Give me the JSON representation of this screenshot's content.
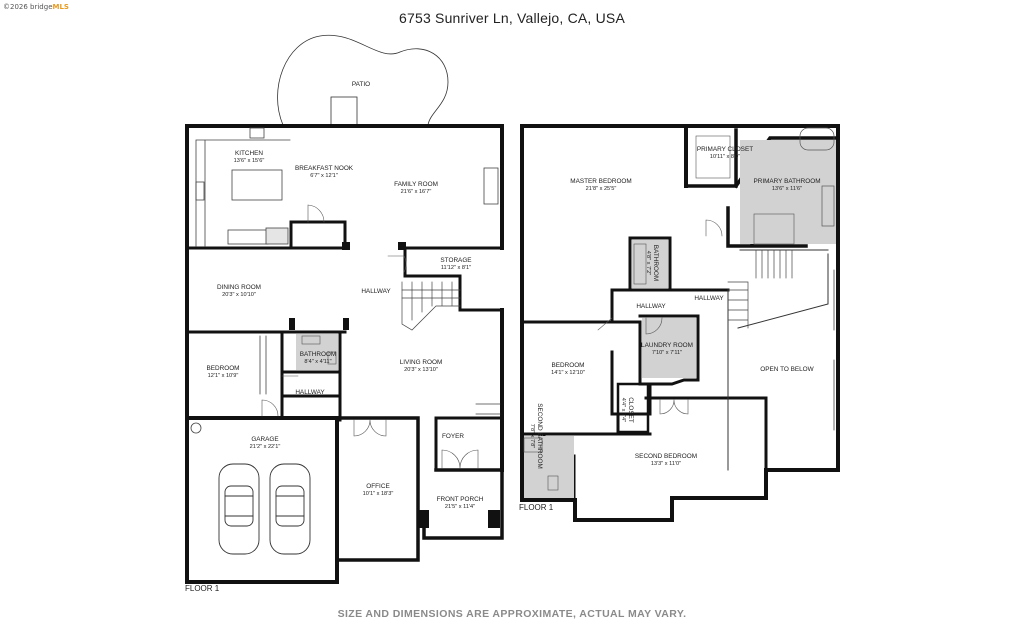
{
  "watermark": {
    "prefix": "©2026 bridge",
    "suffix": "MLS"
  },
  "address": "6753 Sunriver Ln, Vallejo, CA, USA",
  "disclaimer": "SIZE AND DIMENSIONS ARE APPROXIMATE, ACTUAL MAY VARY.",
  "floor_labels": {
    "left": "FLOOR 1",
    "right": "FLOOR 1"
  },
  "rooms": {
    "patio": {
      "name": "PATIO"
    },
    "kitchen": {
      "name": "KITCHEN",
      "dim": "13'6\" x 15'6\""
    },
    "breakfast_nook": {
      "name": "BREAKFAST NOOK",
      "dim": "6'7\" x 12'1\""
    },
    "family_room": {
      "name": "FAMILY ROOM",
      "dim": "21'6\" x 16'7\""
    },
    "storage": {
      "name": "STORAGE",
      "dim": "11'12\" x 8'1\""
    },
    "dining_room": {
      "name": "DINING ROOM",
      "dim": "20'3\" x 10'10\""
    },
    "hallway_main": {
      "name": "HALLWAY"
    },
    "bedroom_1": {
      "name": "BEDROOM",
      "dim": "12'1\" x 10'9\""
    },
    "bathroom_1": {
      "name": "BATHROOM",
      "dim": "8'4\" x 4'11\""
    },
    "living_room": {
      "name": "LIVING ROOM",
      "dim": "20'3\" x 13'10\""
    },
    "hallway_small": {
      "name": "HALLWAY"
    },
    "foyer": {
      "name": "FOYER"
    },
    "garage": {
      "name": "GARAGE",
      "dim": "21'2\" x 22'1\""
    },
    "office": {
      "name": "OFFICE",
      "dim": "10'1\" x 18'3\""
    },
    "front_porch": {
      "name": "FRONT PORCH",
      "dim": "21'5\" x 11'4\""
    },
    "master_bedroom": {
      "name": "MASTER BEDROOM",
      "dim": "21'8\" x 25'5\""
    },
    "primary_closet": {
      "name": "PRIMARY CLOSET",
      "dim": "10'11\" x 8'0\""
    },
    "primary_bathroom": {
      "name": "PRIMARY BATHROOM",
      "dim": "13'6\" x 11'6\""
    },
    "bathroom_2": {
      "name": "BATHROOM",
      "dim": "4'8\" x 7'2\""
    },
    "hallway_up_1": {
      "name": "HALLWAY"
    },
    "hallway_up_2": {
      "name": "HALLWAY"
    },
    "bedroom_2": {
      "name": "BEDROOM",
      "dim": "14'1\" x 12'10\""
    },
    "laundry_room": {
      "name": "LAUNDRY ROOM",
      "dim": "7'10\" x 7'11\""
    },
    "open_to_below": {
      "name": "OPEN TO BELOW"
    },
    "closet": {
      "name": "CLOSET",
      "dim": "4'4\" x 7'4\""
    },
    "second_bathroom": {
      "name": "SECOND BATHROOM",
      "dim": "7'8\" x 7'8\""
    },
    "second_bedroom": {
      "name": "SECOND BEDROOM",
      "dim": "13'3\" x 11'0\""
    }
  },
  "colors": {
    "wall": "#111111",
    "wet_area": "#d2d2d2",
    "fixture_stroke": "#555555",
    "disclaimer": "#8a8a8a"
  }
}
